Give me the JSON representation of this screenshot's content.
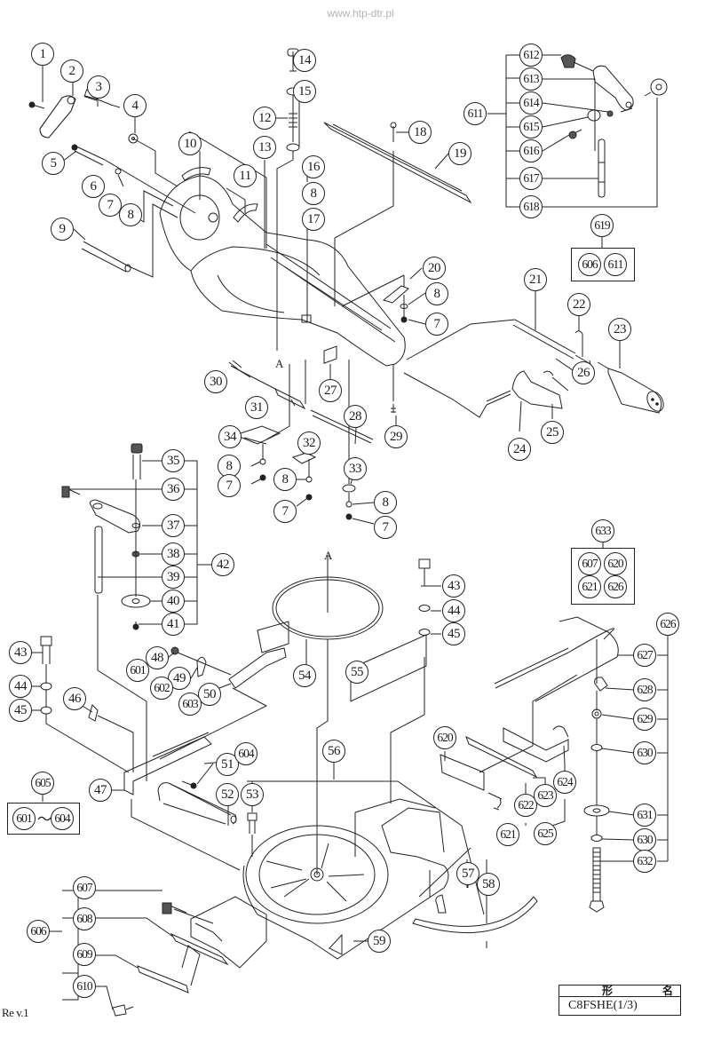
{
  "watermark": "www.htp-dtr.pl",
  "document": {
    "revision": "Re v.1",
    "model_table": {
      "header_left": "形",
      "header_right": "名",
      "model": "C8FSHE(1/3)"
    },
    "section_markers": [
      "A",
      "A"
    ]
  },
  "callouts": [
    {
      "id": "1",
      "label": "1"
    },
    {
      "id": "2",
      "label": "2"
    },
    {
      "id": "3",
      "label": "3"
    },
    {
      "id": "4",
      "label": "4"
    },
    {
      "id": "5",
      "label": "5"
    },
    {
      "id": "6",
      "label": "6"
    },
    {
      "id": "7a",
      "label": "7"
    },
    {
      "id": "8a",
      "label": "8"
    },
    {
      "id": "9",
      "label": "9"
    },
    {
      "id": "10",
      "label": "10"
    },
    {
      "id": "11",
      "label": "11"
    },
    {
      "id": "12",
      "label": "12"
    },
    {
      "id": "13",
      "label": "13"
    },
    {
      "id": "14",
      "label": "14"
    },
    {
      "id": "15",
      "label": "15"
    },
    {
      "id": "16",
      "label": "16"
    },
    {
      "id": "8b",
      "label": "8"
    },
    {
      "id": "17",
      "label": "17"
    },
    {
      "id": "18",
      "label": "18"
    },
    {
      "id": "19",
      "label": "19"
    },
    {
      "id": "20",
      "label": "20"
    },
    {
      "id": "8c",
      "label": "8"
    },
    {
      "id": "7b",
      "label": "7"
    },
    {
      "id": "21",
      "label": "21"
    },
    {
      "id": "22",
      "label": "22"
    },
    {
      "id": "23",
      "label": "23"
    },
    {
      "id": "24",
      "label": "24"
    },
    {
      "id": "25",
      "label": "25"
    },
    {
      "id": "26",
      "label": "26"
    },
    {
      "id": "27",
      "label": "27"
    },
    {
      "id": "28",
      "label": "28"
    },
    {
      "id": "29",
      "label": "29"
    },
    {
      "id": "30",
      "label": "30"
    },
    {
      "id": "31",
      "label": "31"
    },
    {
      "id": "32",
      "label": "32"
    },
    {
      "id": "33",
      "label": "33"
    },
    {
      "id": "34",
      "label": "34"
    },
    {
      "id": "8d",
      "label": "8"
    },
    {
      "id": "7c",
      "label": "7"
    },
    {
      "id": "8e",
      "label": "8"
    },
    {
      "id": "7d",
      "label": "7"
    },
    {
      "id": "8f",
      "label": "8"
    },
    {
      "id": "7e",
      "label": "7"
    },
    {
      "id": "35",
      "label": "35"
    },
    {
      "id": "36",
      "label": "36"
    },
    {
      "id": "37",
      "label": "37"
    },
    {
      "id": "38",
      "label": "38"
    },
    {
      "id": "39",
      "label": "39"
    },
    {
      "id": "40",
      "label": "40"
    },
    {
      "id": "41",
      "label": "41"
    },
    {
      "id": "42",
      "label": "42"
    },
    {
      "id": "43a",
      "label": "43"
    },
    {
      "id": "44a",
      "label": "44"
    },
    {
      "id": "45a",
      "label": "45"
    },
    {
      "id": "46",
      "label": "46"
    },
    {
      "id": "47",
      "label": "47"
    },
    {
      "id": "48",
      "label": "48"
    },
    {
      "id": "49",
      "label": "49"
    },
    {
      "id": "50",
      "label": "50"
    },
    {
      "id": "51",
      "label": "51"
    },
    {
      "id": "52",
      "label": "52"
    },
    {
      "id": "53",
      "label": "53"
    },
    {
      "id": "54",
      "label": "54"
    },
    {
      "id": "55",
      "label": "55"
    },
    {
      "id": "56",
      "label": "56"
    },
    {
      "id": "57",
      "label": "57"
    },
    {
      "id": "58",
      "label": "58"
    },
    {
      "id": "59",
      "label": "59"
    },
    {
      "id": "43b",
      "label": "43"
    },
    {
      "id": "44b",
      "label": "44"
    },
    {
      "id": "45b",
      "label": "45"
    },
    {
      "id": "601",
      "label": "601"
    },
    {
      "id": "602",
      "label": "602"
    },
    {
      "id": "603",
      "label": "603"
    },
    {
      "id": "604",
      "label": "604"
    },
    {
      "id": "605",
      "label": "605"
    },
    {
      "id": "606",
      "label": "606"
    },
    {
      "id": "607",
      "label": "607"
    },
    {
      "id": "608",
      "label": "608"
    },
    {
      "id": "609",
      "label": "609"
    },
    {
      "id": "610",
      "label": "610"
    },
    {
      "id": "611",
      "label": "611"
    },
    {
      "id": "612",
      "label": "612"
    },
    {
      "id": "613",
      "label": "613"
    },
    {
      "id": "614",
      "label": "614"
    },
    {
      "id": "615",
      "label": "615"
    },
    {
      "id": "616",
      "label": "616"
    },
    {
      "id": "617",
      "label": "617"
    },
    {
      "id": "618",
      "label": "618"
    },
    {
      "id": "619",
      "label": "619"
    },
    {
      "id": "620",
      "label": "620"
    },
    {
      "id": "621",
      "label": "621"
    },
    {
      "id": "622",
      "label": "622"
    },
    {
      "id": "623",
      "label": "623"
    },
    {
      "id": "624",
      "label": "624"
    },
    {
      "id": "625",
      "label": "625"
    },
    {
      "id": "626",
      "label": "626"
    },
    {
      "id": "627",
      "label": "627"
    },
    {
      "id": "628",
      "label": "628"
    },
    {
      "id": "629",
      "label": "629"
    },
    {
      "id": "630a",
      "label": "630"
    },
    {
      "id": "631",
      "label": "631"
    },
    {
      "id": "630b",
      "label": "630"
    },
    {
      "id": "632",
      "label": "632"
    },
    {
      "id": "633",
      "label": "633"
    }
  ],
  "kits": {
    "619": {
      "label": "619",
      "contains": [
        "606",
        "611"
      ]
    },
    "633": {
      "label": "633",
      "contains": [
        "607",
        "620",
        "621",
        "626"
      ]
    },
    "605": {
      "label": "605",
      "range_from": "601",
      "range_to": "604",
      "range_symbol": "～"
    }
  }
}
